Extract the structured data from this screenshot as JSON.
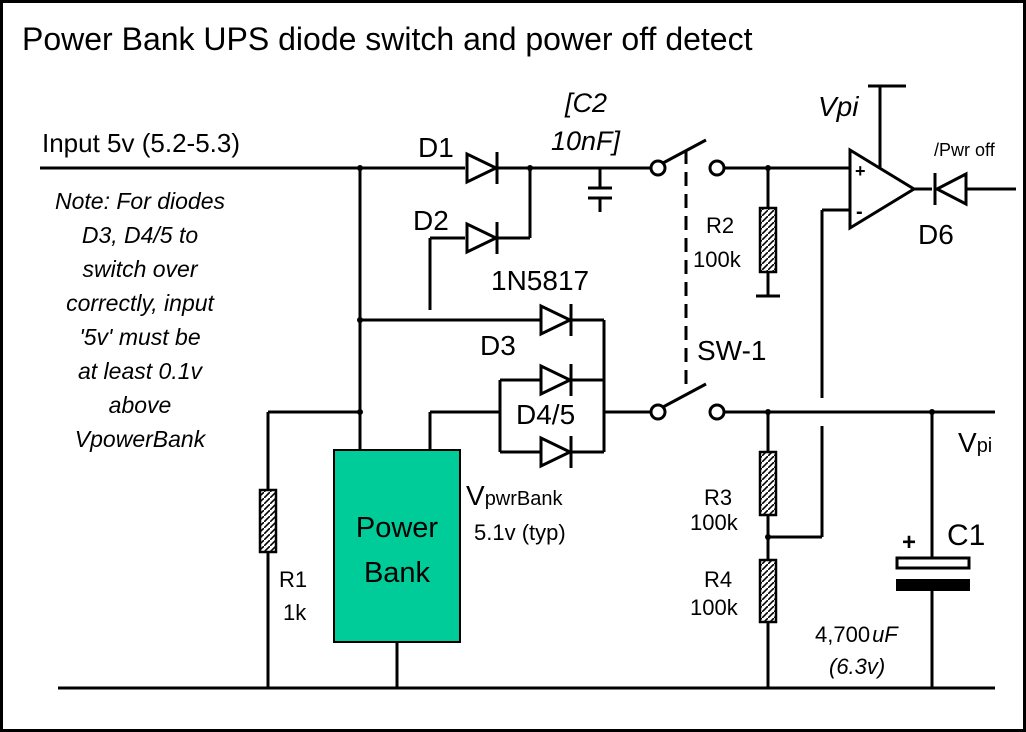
{
  "title": "Power Bank UPS diode switch and power off detect",
  "labels": {
    "input": "Input 5v (5.2-5.3)",
    "c2_line1": "[C2",
    "c2_line2": "10nF]",
    "d1": "D1",
    "d2": "D2",
    "diode_part": "1N5817",
    "d3": "D3",
    "d45": "D4/5",
    "d6": "D6",
    "vpi_top": "Vpi",
    "pwr_off": "/Pwr off",
    "r2": "R2",
    "r2_val": "100k",
    "sw1": "SW-1",
    "vpi_right_main": "V",
    "vpi_right_sub": "pi",
    "vpwrbank_main": "V",
    "vpwrbank_sub": "pwrBank",
    "vpwrbank_val": "5.1v (typ)",
    "r3": "R3",
    "r3_val": "100k",
    "r4": "R4",
    "r4_val": "100k",
    "r1": "R1",
    "r1_val": "1k",
    "c1": "C1",
    "c1_plus": "+",
    "c1_val_num": "4,700",
    "c1_val_unit": "uF",
    "c1_rating": "(6.3v)",
    "opamp_plus": "+",
    "opamp_minus": "-",
    "power_bank_line1": "Power",
    "power_bank_line2": "Bank"
  },
  "note": [
    "Note: For diodes",
    "D3, D4/5 to",
    "switch over",
    "correctly, input",
    "'5v' must be",
    "at least 0.1v",
    "above",
    "VpowerBank"
  ],
  "colors": {
    "power_bank_fill": "#00cc99",
    "wire": "#000000",
    "background": "#ffffff"
  }
}
